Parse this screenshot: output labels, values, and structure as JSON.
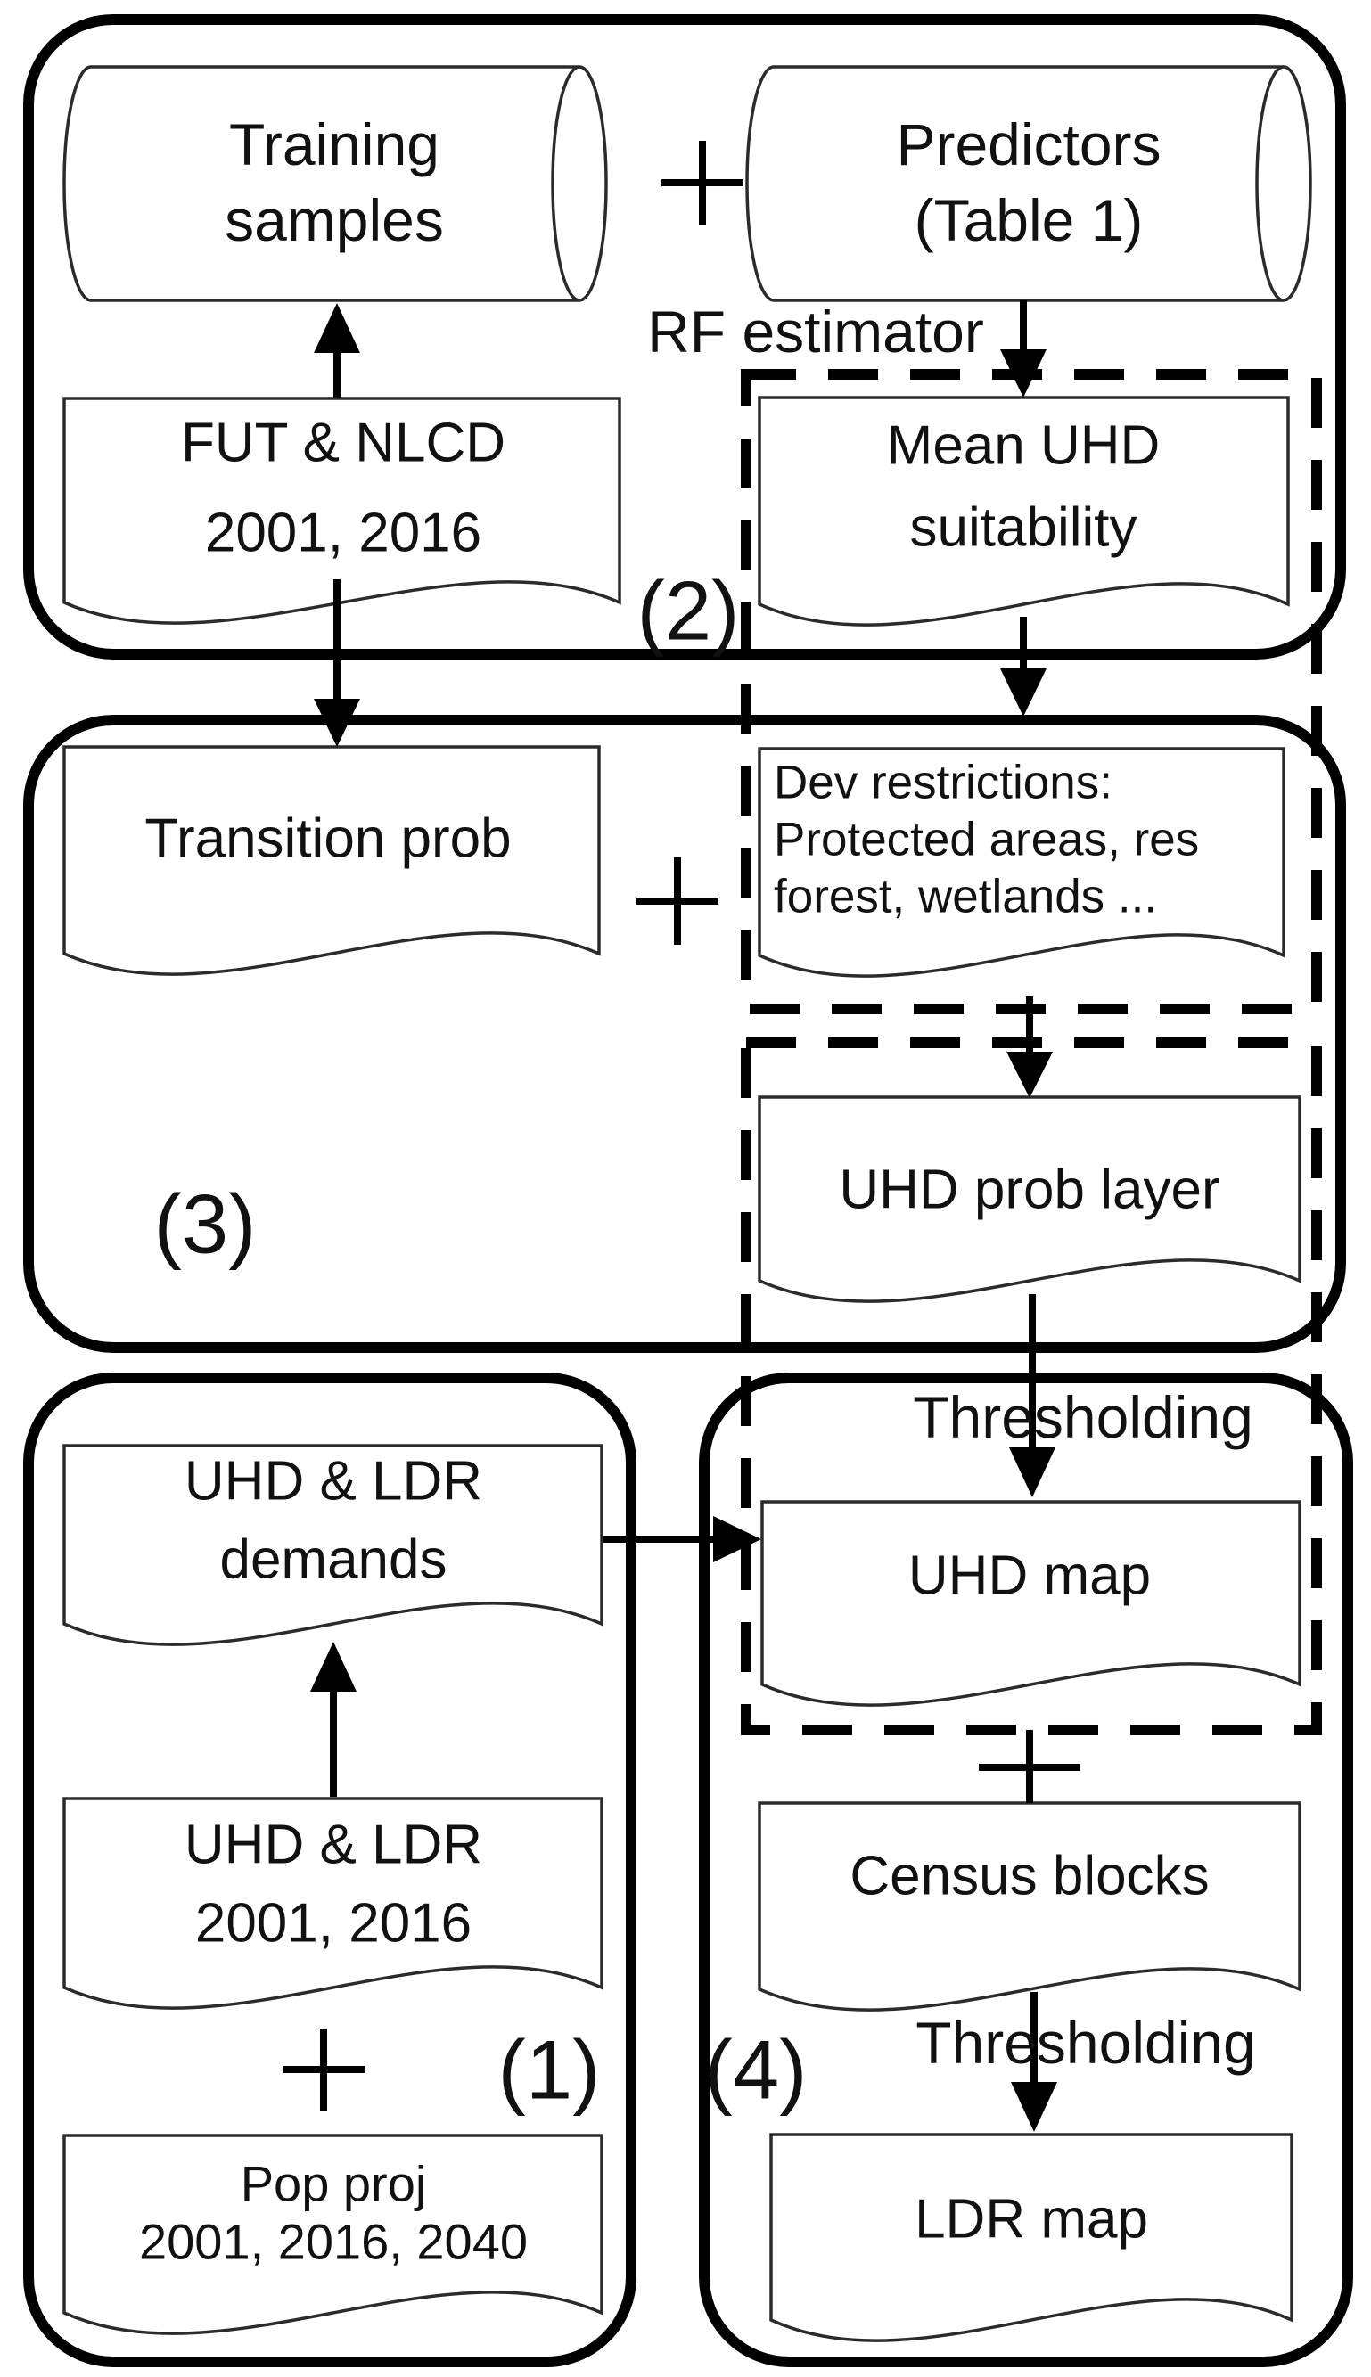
{
  "section_labels": {
    "s1": "(1)",
    "s2": "(2)",
    "s3": "(3)",
    "s4": "(4)"
  },
  "operators": {
    "plus": "+"
  },
  "annotations": {
    "rf_estimator": "RF estimator",
    "thresholding_uhd": "Thresholding",
    "thresholding_ldr": "Thresholding"
  },
  "cylinders": {
    "training_samples": {
      "line1": "Training",
      "line2": "samples"
    },
    "predictors": {
      "line1": "Predictors",
      "line2": "(Table 1)"
    }
  },
  "documents": {
    "fut_nlcd": {
      "line1": "FUT & NLCD",
      "line2": "2001, 2016"
    },
    "mean_uhd_suitability": {
      "line1": "Mean UHD",
      "line2": "suitability"
    },
    "transition_prob": {
      "line1": "Transition prob"
    },
    "dev_restrictions": {
      "line1": "Dev restrictions:",
      "line2": "Protected areas, res",
      "line3": "forest, wetlands ..."
    },
    "uhd_prob_layer": {
      "line1": "UHD prob layer"
    },
    "uhd_ldr_demands": {
      "line1": "UHD & LDR",
      "line2": "demands"
    },
    "uhd_map": {
      "line1": "UHD map"
    },
    "uhd_ldr_2001_2016": {
      "line1": "UHD & LDR",
      "line2": "2001, 2016"
    },
    "pop_proj": {
      "line1": "Pop proj",
      "line2": "2001, 2016, 2040"
    },
    "census_blocks": {
      "line1": "Census blocks"
    },
    "ldr_map": {
      "line1": "LDR map"
    }
  },
  "colors": {
    "ink": "#000000",
    "background": "#ffffff"
  }
}
